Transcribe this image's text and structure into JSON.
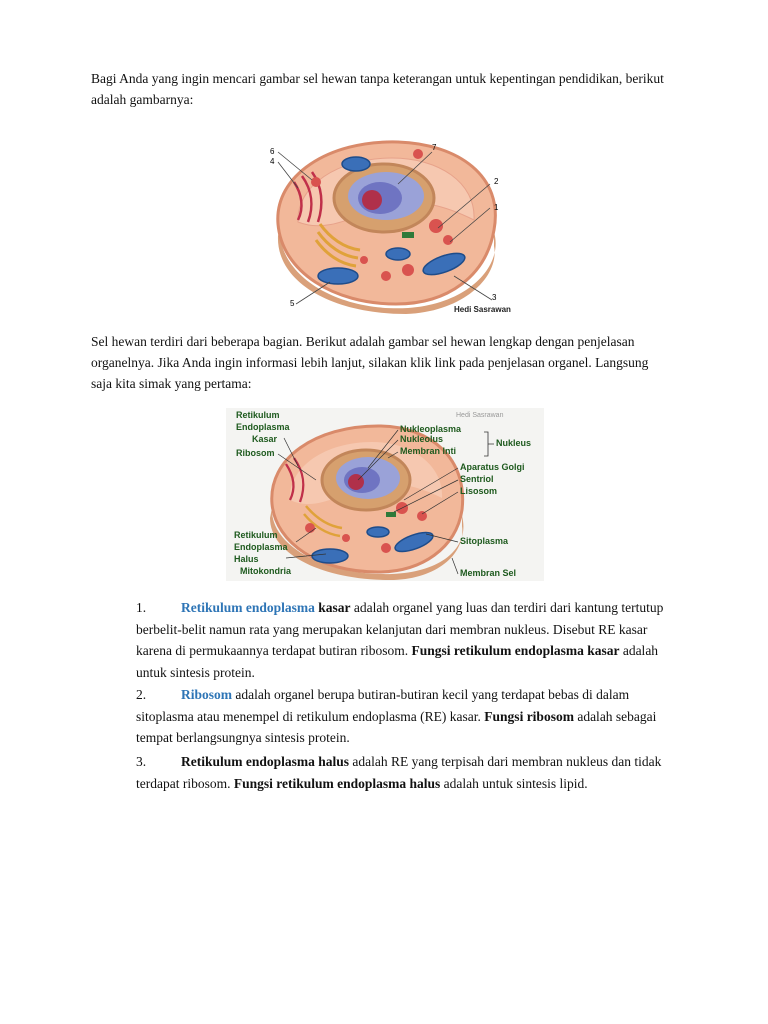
{
  "intro": "Bagi Anda yang ingin mencari gambar sel hewan tanpa keterangan untuk kepentingan pendidikan, berikut adalah gambarnya:",
  "figure1": {
    "numbers": [
      "6",
      "4",
      "7",
      "2",
      "1",
      "5",
      "3"
    ],
    "credit": "Hedi Sasrawan"
  },
  "paragraph2": "Sel hewan terdiri dari beberapa bagian. Berikut adalah gambar sel hewan lengkap dengan penjelasan organelnya. Jika Anda ingin informasi lebih lanjut, silakan klik link pada penjelasan organel. Langsung saja kita simak yang pertama:",
  "figure2": {
    "credit": "Hedi Sasrawan",
    "labels": {
      "re_kasar_1": "Retikulum",
      "re_kasar_2": "Endoplasma",
      "re_kasar_3": "Kasar",
      "ribosom": "Ribosom",
      "nukleoplasma": "Nukleoplasma",
      "nukleolus": "Nukleolus",
      "membran_inti": "Membran Inti",
      "nukleus": "Nukleus",
      "aparatus_golgi": "Aparatus Golgi",
      "sentriol": "Sentriol",
      "lisosom": "Lisosom",
      "re_halus_1": "Retikulum",
      "re_halus_2": "Endoplasma",
      "re_halus_3": "Halus",
      "mitokondria": "Mitokondria",
      "sitoplasma": "Sitoplasma",
      "membran_sel": "Membran Sel"
    }
  },
  "list": [
    {
      "number": "1.",
      "link_text": "Retikulum endoplasma",
      "bold_after_link": " kasar",
      "text_a": " adalah organel yang luas dan terdiri dari kantung tertutup berbelit-belit namun rata yang merupakan kelanjutan dari membran nukleus. Disebut RE kasar karena di permukaannya terdapat butiran ribosom. ",
      "bold_b": "Fungsi retikulum endoplasma kasar",
      "text_b": " adalah untuk sintesis protein."
    },
    {
      "number": "2.",
      "link_text": "Ribosom",
      "text_a": " adalah organel berupa butiran-butiran kecil yang terdapat bebas di dalam sitoplasma atau menempel di retikulum endoplasma (RE) kasar. ",
      "bold_b": "Fungsi ribosom",
      "text_b": " adalah sebagai tempat berlangsungnya sintesis protein."
    },
    {
      "number": "3.",
      "bold_a": "Retikulum endoplasma halus",
      "text_a": " adalah RE yang terpisah dari membran nukleus dan tidak terdapat ribosom. ",
      "bold_b": "Fungsi retikulum endoplasma halus",
      "text_b": " adalah untuk sintesis lipid."
    }
  ]
}
